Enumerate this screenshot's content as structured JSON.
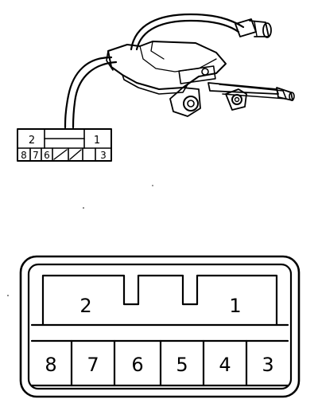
{
  "small_connector": {
    "top_pins": [
      "2",
      "1"
    ],
    "bottom_pins": [
      "8",
      "7",
      "6",
      "3"
    ]
  },
  "large_connector": {
    "top_pins": [
      "2",
      "1"
    ],
    "bottom_pins": [
      "8",
      "7",
      "6",
      "5",
      "4",
      "3"
    ]
  }
}
